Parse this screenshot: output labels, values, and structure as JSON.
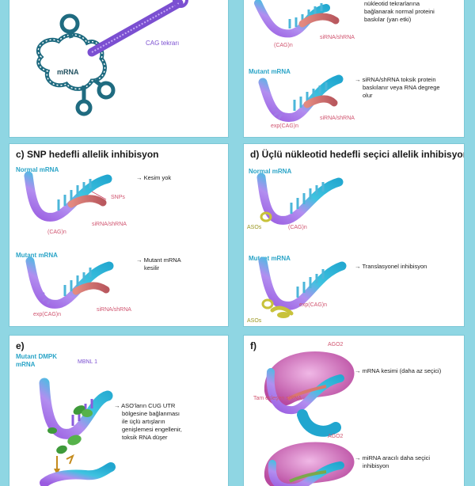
{
  "panel_a": {
    "label_mrna": "mRNA",
    "label_cag": "CAG tekrarı"
  },
  "panel_b": {
    "text_top_lines": [
      "nükleotid tekrarlarına",
      "bağlanarak normal proteini",
      "baskılar (yan etki)"
    ],
    "label_cagn": "(CAG)n",
    "label_sirna_top": "siRNA/shRNA",
    "label_mutant": "Mutant mRNA",
    "arrow": "→",
    "text_bottom_lines": [
      "siRNA/shRNA toksik protein",
      "baskılanır veya RNA degrege",
      "olur"
    ],
    "label_expcag": "exp(CAG)n",
    "label_sirna_bottom": "siRNA/shRNA"
  },
  "panel_c": {
    "title": "c) SNP hedefli allelik inhibisyon",
    "normal": "Normal mRNA",
    "snps": "SNPs",
    "result1": "Kesim yok",
    "cagn": "(CAG)n",
    "sirna1": "siRNA/shRNA",
    "mutant": "Mutant mRNA",
    "result2_lines": [
      "Mutant mRNA",
      "kesilir"
    ],
    "expcag": "exp(CAG)n",
    "sirna2": "siRNA/shRNA",
    "arrow": "→"
  },
  "panel_d": {
    "title": "d) Üçlü nükleotid hedefli seçici allelik inhibisyon",
    "normal": "Normal mRNA",
    "asos1": "ASOs",
    "cagn": "(CAG)n",
    "mutant": "Mutant mRNA",
    "result": "Translasyonel inhibisyon",
    "expcag": "exp(CAG)n",
    "asos2": "ASOs",
    "arrow": "→"
  },
  "panel_e": {
    "title": "e)",
    "mutant_lines": [
      "Mutant DMPK",
      "mRNA"
    ],
    "mbnl": "MBNL 1",
    "text_lines": [
      "ASO'ların CUG UTR",
      "bölgesine bağlanması",
      "ile üçlü artışların",
      "genişlemesi engellenir,",
      "toksik RNA düşer"
    ]
  },
  "panel_f": {
    "title": "f)",
    "ago2_top": "AGO2",
    "result1": "mRNA kesimi (daha az seçici)",
    "tam": "Tam eşleşen siRNA",
    "ago2_bottom": "AGO2",
    "result2_lines": [
      "miRNA aracılı daha seçici",
      "inhibisyon"
    ],
    "arrow": "→"
  },
  "colors": {
    "background": "#8fd6e3",
    "teal": "#2aa4c7",
    "purple": "#8a5cdc",
    "pink": "#d0546f",
    "sirna": "#d9786e",
    "aso": "#c8c23a",
    "ago2": "#c86bb8"
  }
}
